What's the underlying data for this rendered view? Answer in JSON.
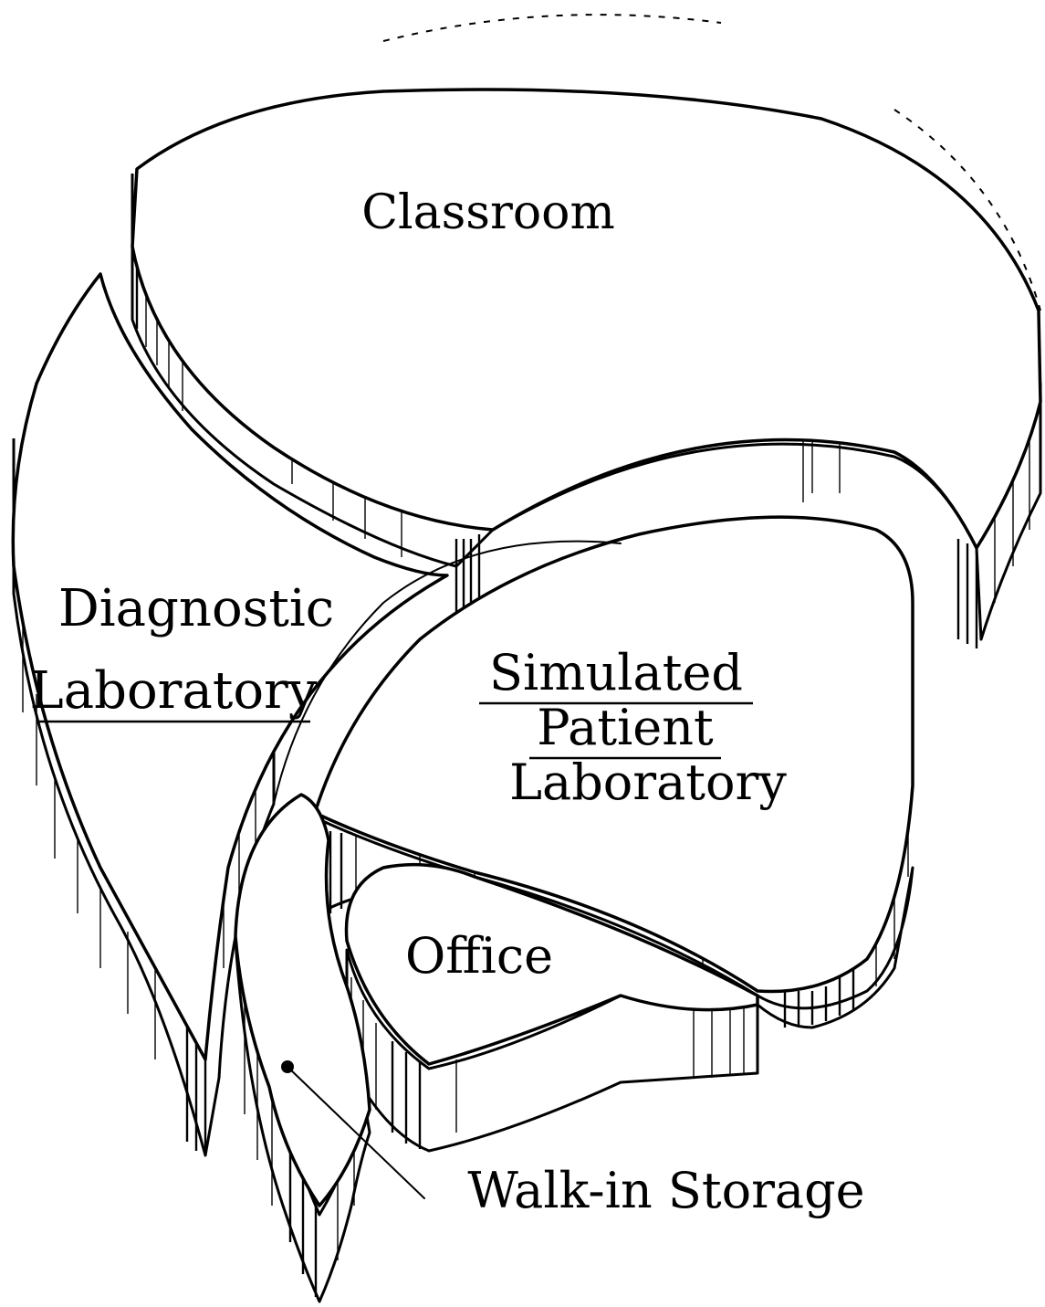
{
  "diagram": {
    "rooms": [
      {
        "id": "classroom",
        "label": "Classroom"
      },
      {
        "id": "diagnostic",
        "label_lines": [
          "Diagnostic",
          "Laboratory"
        ]
      },
      {
        "id": "simulated",
        "label_lines": [
          "Simulated",
          "Patient",
          "Laboratory"
        ]
      },
      {
        "id": "office",
        "label": "Office"
      },
      {
        "id": "storage",
        "label": "Walk-in Storage"
      }
    ]
  }
}
